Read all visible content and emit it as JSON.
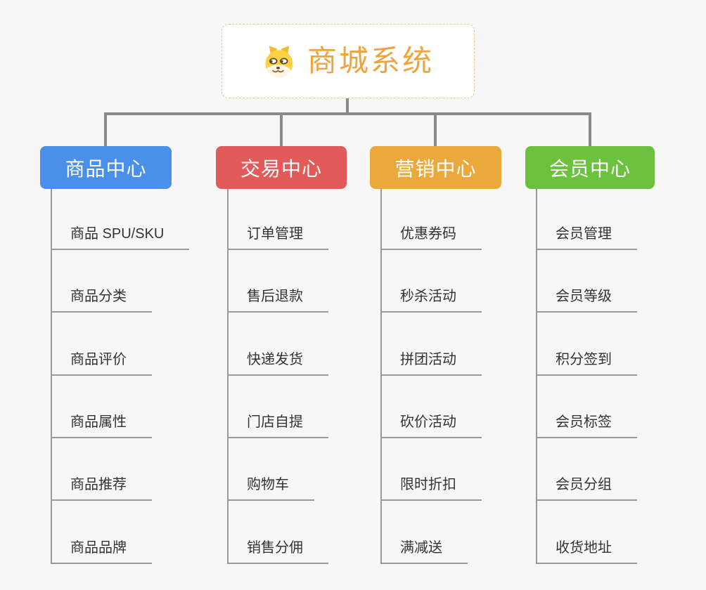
{
  "background": "#F7F7F7",
  "connector_color": "#8A8A8A",
  "rail_color": "#9A9A9A",
  "root": {
    "title": "商城系统",
    "icon": "doge-icon",
    "title_color": "#F0A43E",
    "border_color": "#F0C887"
  },
  "branches": [
    {
      "label": "商品中心",
      "color": "#4A8FE9",
      "children": [
        "商品 SPU/SKU",
        "商品分类",
        "商品评价",
        "商品属性",
        "商品推荐",
        "商品品牌"
      ]
    },
    {
      "label": "交易中心",
      "color": "#E25B5B",
      "children": [
        "订单管理",
        "售后退款",
        "快递发货",
        "门店自提",
        "购物车",
        "销售分佣"
      ]
    },
    {
      "label": "营销中心",
      "color": "#EBA93C",
      "children": [
        "优惠券码",
        "秒杀活动",
        "拼团活动",
        "砍价活动",
        "限时折扣",
        "满减送"
      ]
    },
    {
      "label": "会员中心",
      "color": "#6CC13F",
      "children": [
        "会员管理",
        "会员等级",
        "积分签到",
        "会员标签",
        "会员分组",
        "收货地址"
      ]
    }
  ]
}
